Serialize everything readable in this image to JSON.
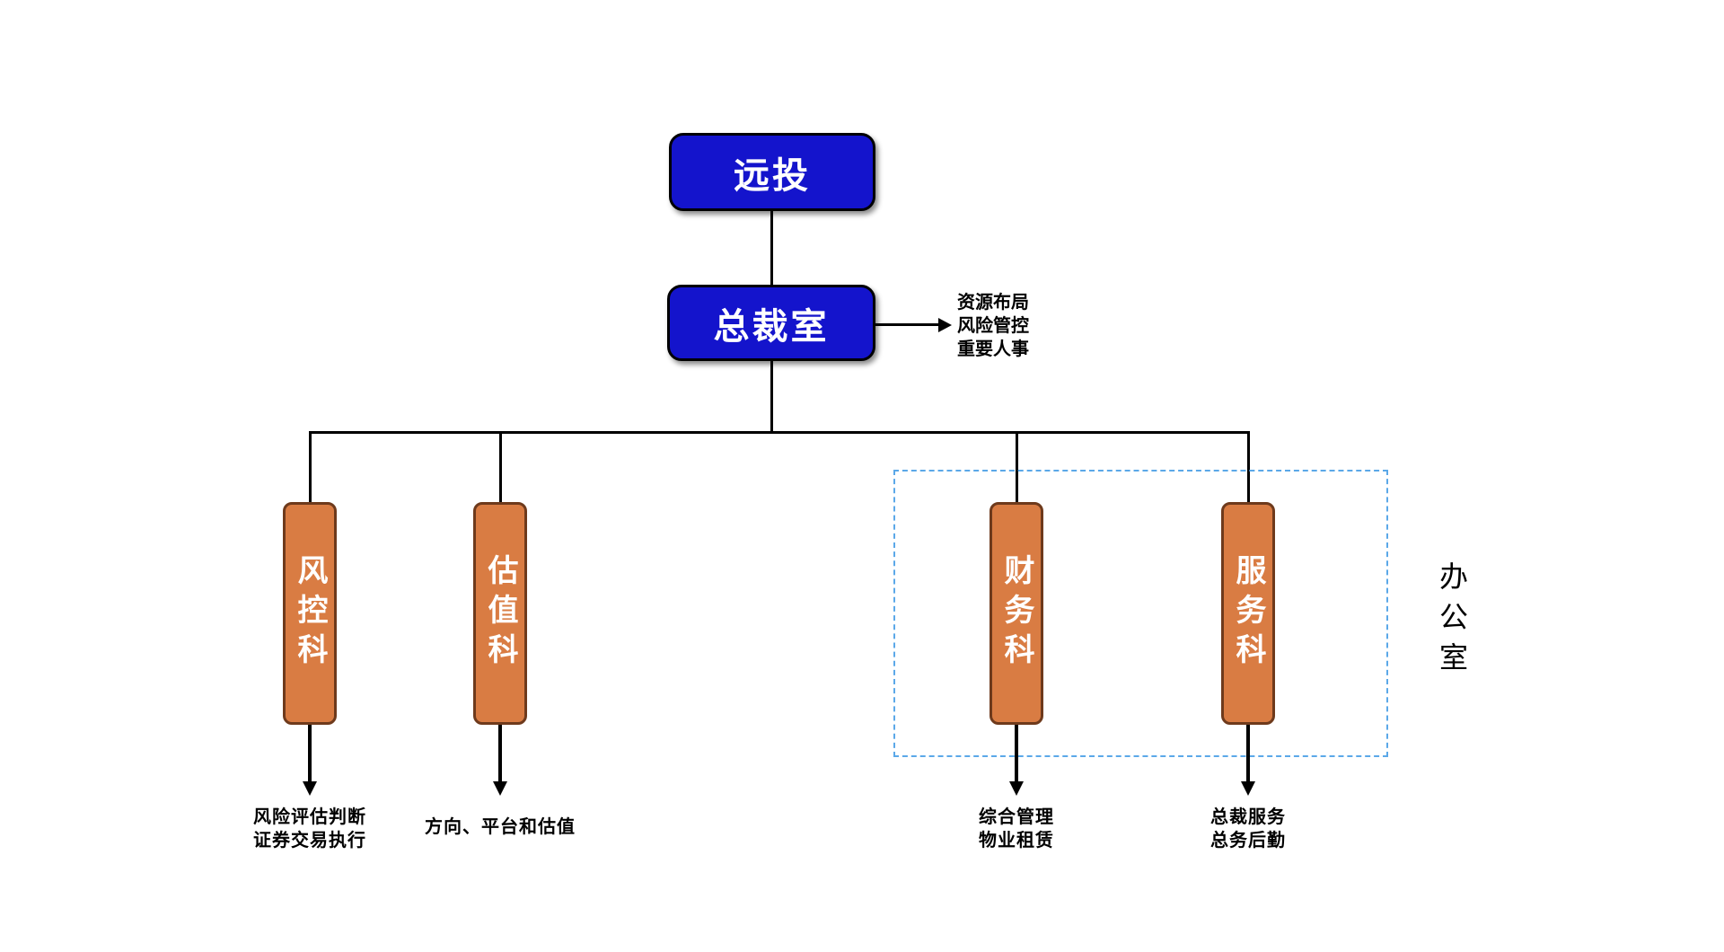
{
  "diagram": {
    "root_node": {
      "label": "远投"
    },
    "president_node": {
      "label": "总裁室"
    },
    "president_annotation": {
      "lines": [
        "资源布局",
        "风险管控",
        "重要人事"
      ]
    },
    "departments": [
      {
        "label": "风控科",
        "duty_lines": [
          "风险评估判断",
          "证券交易执行"
        ]
      },
      {
        "label": "估值科",
        "duty_lines": [
          "方向、平台和估值"
        ]
      },
      {
        "label": "财务科",
        "duty_lines": [
          "综合管理",
          "物业租赁"
        ]
      },
      {
        "label": "服务科",
        "duty_lines": [
          "总裁服务",
          "总务后勤"
        ]
      }
    ],
    "office_group": {
      "label": "办公室"
    },
    "colors": {
      "node_blue": "#1414CC",
      "node_orange_fill": "#D97C43",
      "node_orange_border": "#6E3A1C",
      "dashed_group_border": "#5BA8E8",
      "connector": "#000000",
      "node_text": "#FFFFFF",
      "annotation_text": "#000000",
      "background": "#FFFFFF"
    }
  }
}
